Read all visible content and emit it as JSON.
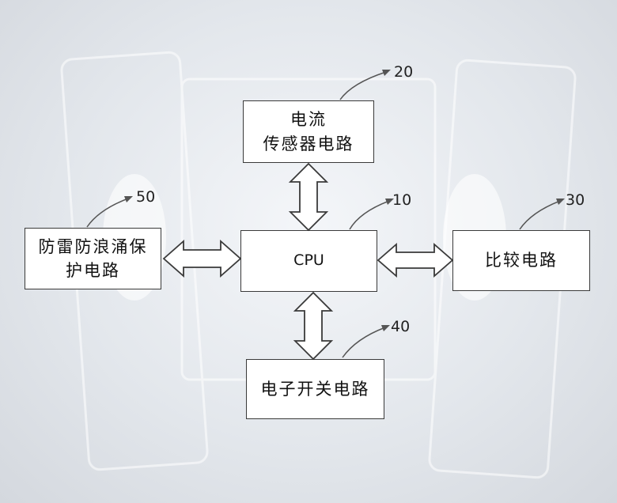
{
  "blocks": {
    "current_sensor": "电流\n传感器电路",
    "cpu": "CPU",
    "surge_protection": "防雷防浪涌保\n护电路",
    "comparison": "比较电路",
    "electronic_switch": "电子开关电路"
  },
  "labels": {
    "current_sensor": "20",
    "cpu": "10",
    "comparison": "30",
    "electronic_switch": "40",
    "surge_protection": "50"
  },
  "colors": {
    "box_border": "#3a3a3a",
    "arrow_fill": "#ffffff",
    "leader": "#555555"
  }
}
